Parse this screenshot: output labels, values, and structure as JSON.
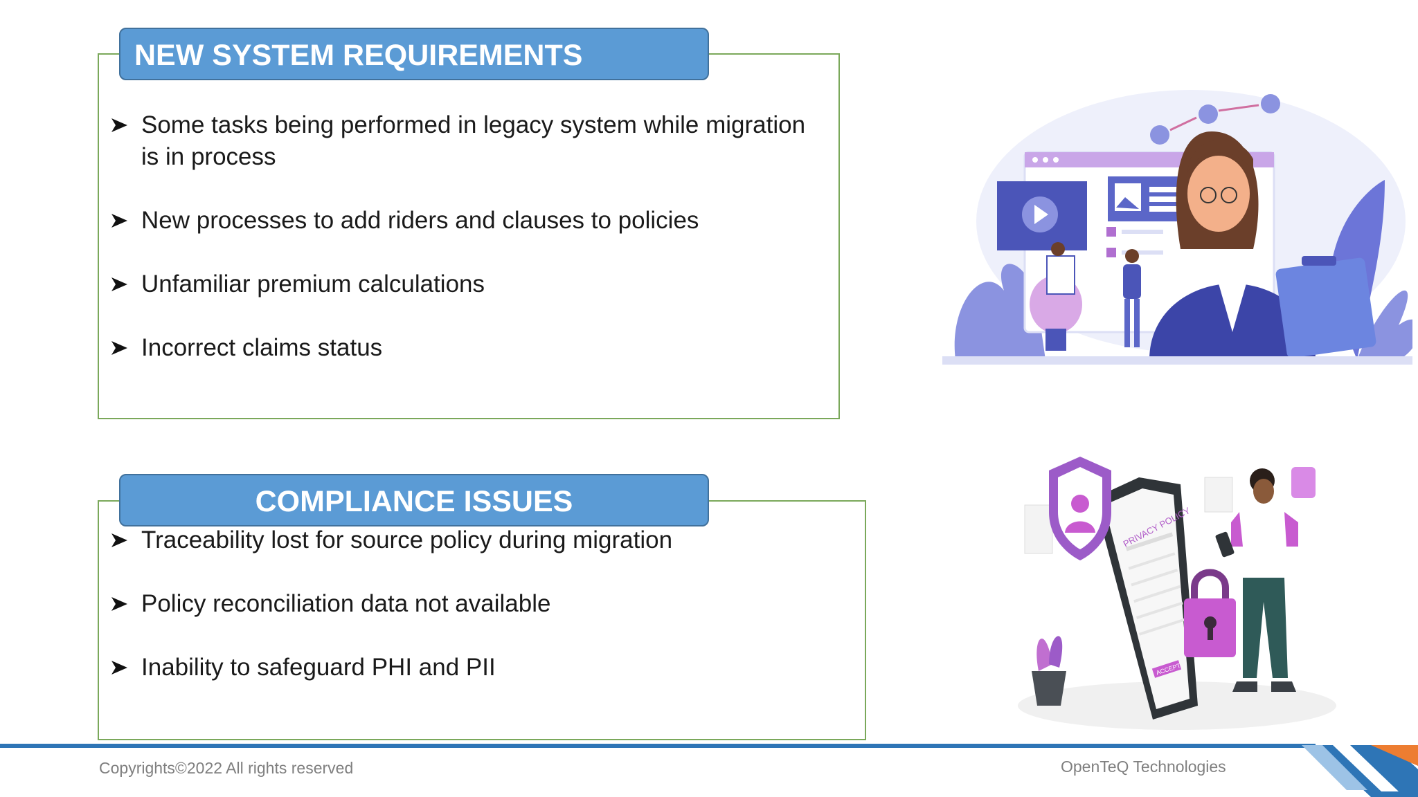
{
  "sections": [
    {
      "title": "NEW SYSTEM REQUIREMENTS",
      "items": [
        "Some tasks being performed in legacy system while migration is in process",
        "New processes to add riders and clauses to policies",
        "Unfamiliar premium calculations",
        "Incorrect claims status"
      ]
    },
    {
      "title": "COMPLIANCE ISSUES",
      "items": [
        "Traceability lost for source policy during migration",
        "Policy reconciliation data not available",
        "Inability to safeguard PHI and PII"
      ]
    }
  ],
  "illustrations": {
    "privacy_doc_label": "PRIVACY POLICY",
    "accept_label": "ACCEPT"
  },
  "footer": {
    "copyright": "Copyrights©2022 All rights reserved",
    "company": "OpenTeQ Technologies"
  },
  "colors": {
    "header_fill": "#5b9bd5",
    "box_border": "#7aa85a",
    "footer_bar": "#2e75b6",
    "accent_orange": "#ed7d31"
  }
}
